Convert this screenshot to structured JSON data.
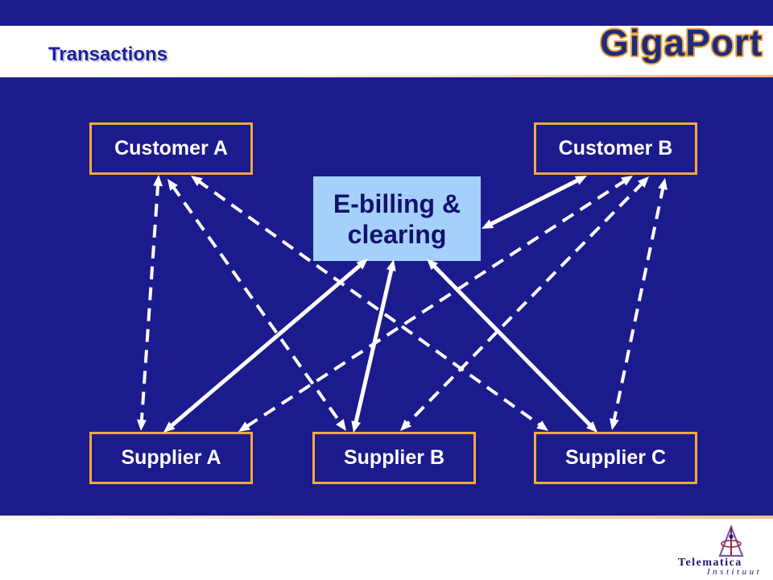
{
  "slide": {
    "title": "Transactions",
    "brand_logo": "GigaPort",
    "footer_logo": {
      "name": "Telematica",
      "tagline": "Instituut"
    }
  },
  "diagram": {
    "nodes": [
      {
        "label": "Customer A"
      },
      {
        "label": "Customer B"
      },
      {
        "label_line1": "E-billing &",
        "label_line2": "clearing"
      },
      {
        "label": "Supplier A"
      },
      {
        "label": "Supplier B"
      },
      {
        "label": "Supplier C"
      }
    ],
    "links": [
      {
        "from": 2,
        "to": 1,
        "dashed": false,
        "double_headed": true
      },
      {
        "from": 2,
        "to": 3,
        "dashed": false,
        "double_headed": true
      },
      {
        "from": 2,
        "to": 4,
        "dashed": false,
        "double_headed": true
      },
      {
        "from": 2,
        "to": 5,
        "dashed": false,
        "double_headed": true
      },
      {
        "from": 0,
        "to": 3,
        "dashed": true,
        "double_headed": true
      },
      {
        "from": 0,
        "to": 4,
        "dashed": true,
        "double_headed": true
      },
      {
        "from": 0,
        "to": 5,
        "dashed": true,
        "double_headed": true
      },
      {
        "from": 1,
        "to": 3,
        "dashed": true,
        "double_headed": true
      },
      {
        "from": 1,
        "to": 4,
        "dashed": true,
        "double_headed": true
      },
      {
        "from": 1,
        "to": 5,
        "dashed": true,
        "double_headed": true
      }
    ]
  },
  "colors": {
    "slide_background": "#1b1b8d",
    "header_background": "#ffffff",
    "title_text": "#1f1fa3",
    "box_border": "#f5a93a",
    "box_text": "#ffffff",
    "hub_fill": "#a4d0fb",
    "hub_text": "#12126e",
    "arrow": "#ffffff",
    "logo_fill": "#1d2c7e",
    "logo_outline": "#eea13c",
    "footer_text": "#1a1a6e"
  }
}
